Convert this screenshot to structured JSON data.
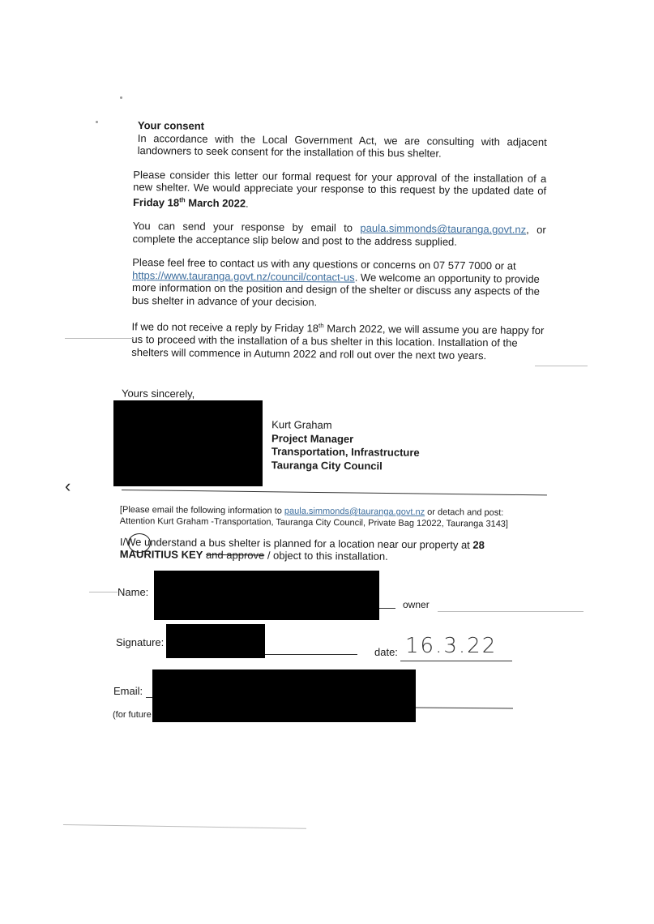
{
  "consent": {
    "heading": "Your consent",
    "p1": "In accordance with the Local Government Act, we are consulting with adjacent landowners to seek consent for the installation of this bus shelter.",
    "p2_a": "Please consider this letter our formal request for your approval of the installation of a new shelter. We would appreciate your response to this request by the updated date of ",
    "p2_date": "Friday 18",
    "p2_date_sup": "th",
    "p2_date_end": " March 2022",
    "p2_end": ".",
    "p3_a": "You can send your response by email to ",
    "p3_email": "paula.simmonds@tauranga.govt.nz",
    "p3_b": ", or complete the acceptance slip below and post to the address supplied.",
    "p4_a": "Please feel free to contact us with any questions or concerns on 07 577 7000 or at ",
    "p4_link": "https://www.tauranga.govt.nz/council/contact-us",
    "p4_b": ". We welcome an opportunity to provide more information on the position and design of the shelter or discuss any aspects of the bus shelter in advance of your decision.",
    "p5_a": "If we do not receive a reply by Friday 18",
    "p5_sup": "th",
    "p5_b": " March 2022, we will assume you are happy for us to proceed with the installation of a bus shelter in this location. Installation of the shelters will commence in Autumn 2022 and roll out over the next two years."
  },
  "signoff": {
    "closing": "Yours sincerely,",
    "name": "Kurt Graham",
    "title": "Project Manager",
    "dept": "Transportation, Infrastructure",
    "org": "Tauranga City Council"
  },
  "slip": {
    "instruction_a": "[Please email the following information to ",
    "instruction_email": "paula.simmonds@tauranga.govt.nz",
    "instruction_b": " or detach and post:",
    "instruction_line2": "Attention Kurt Graham -Transportation, Tauranga City Council, Private Bag 12022, Tauranga 3143]",
    "statement_a": "I/We understand a bus shelter is planned for a location near our property at ",
    "statement_addr1": "28",
    "statement_addr2": "MAURITIUS KEY",
    "statement_b": " ",
    "statement_strike": "and approve",
    "statement_c": " / object to this installation.",
    "name_label": "Name:",
    "owner_label": "owner",
    "signature_label": "Signature:",
    "date_label": "date:",
    "date_value": "16.3.22",
    "email_label": "Email:",
    "future_label": "(for future"
  },
  "icons": {
    "back": "chevron-left-icon"
  }
}
